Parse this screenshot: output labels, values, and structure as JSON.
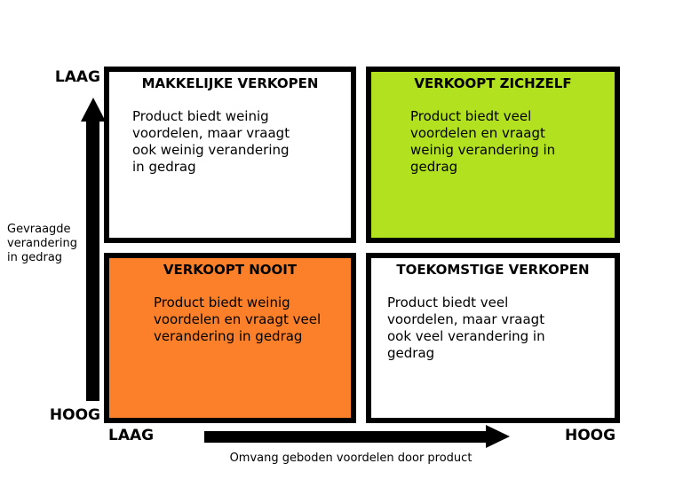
{
  "matrix": {
    "quadrants": [
      {
        "id": "top-left",
        "title": "MAKKELIJKE VERKOPEN",
        "body": "Product biedt weinig\nvoordelen, maar vraagt\nook weinig verandering\nin gedrag",
        "bg": "#FFFFFF"
      },
      {
        "id": "top-right",
        "title": "VERKOOPT ZICHZELF",
        "body": "Product biedt veel\nvoordelen en vraagt\nweinig verandering in\ngedrag",
        "bg": "#B1E11F"
      },
      {
        "id": "bottom-left",
        "title": "VERKOOPT NOOIT",
        "body": "Product biedt weinig\nvoordelen en vraagt veel\nverandering in gedrag",
        "bg": "#FB8029"
      },
      {
        "id": "bottom-right",
        "title": "TOEKOMSTIGE VERKOPEN",
        "body": "Product biedt veel\nvoordelen, maar vraagt\nook veel verandering in\ngedrag",
        "bg": "#FFFFFF"
      }
    ]
  },
  "y_axis": {
    "top_label": "LAAG",
    "bottom_label": "HOOG",
    "title": "Gevraagde\nverandering\nin gedrag"
  },
  "x_axis": {
    "left_label": "LAAG",
    "right_label": "HOOG",
    "title": "Omvang geboden voordelen door product"
  },
  "colors": {
    "green": "#B1E11F",
    "orange": "#FB8029",
    "border": "#000000"
  }
}
